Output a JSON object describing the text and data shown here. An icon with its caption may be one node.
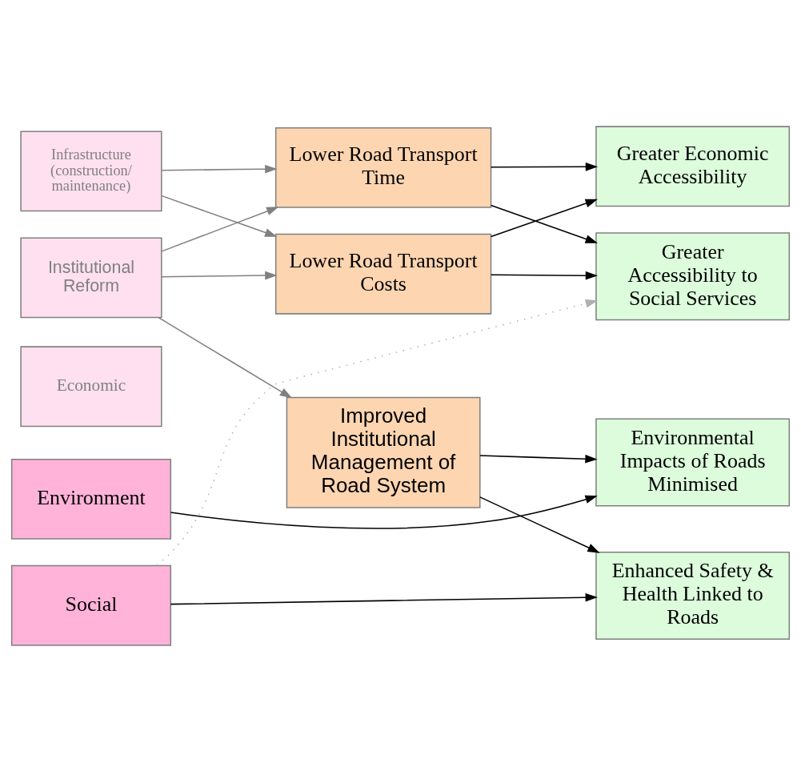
{
  "diagram": {
    "nodes": [
      {
        "text": [
          "Infrastructure (construction/ maintenance)"
        ]
      },
      {
        "text": [
          "Institutional Reform"
        ]
      },
      {
        "text": [
          "Economic"
        ]
      },
      {
        "text": [
          "Environment"
        ]
      },
      {
        "text": [
          "Social"
        ]
      },
      {
        "text": [
          "Lower Road Transport Time"
        ]
      },
      {
        "text": [
          "Lower Road Transport Costs"
        ]
      },
      {
        "text": [
          "Improved Institutional Management of Road System"
        ]
      },
      {
        "text": [
          "Greater Economic Accessibility"
        ]
      },
      {
        "text": [
          "Greater Accessibility to Social Services"
        ]
      },
      {
        "text": [
          "Environmental Impacts of Roads Minimised"
        ]
      },
      {
        "text": [
          "Enhanced Safety & Health Linked to Roads"
        ]
      }
    ],
    "edges": [
      {
        "from": 0,
        "to": 5,
        "arrow": "to",
        "color": "#808080"
      },
      {
        "from": 0,
        "to": 6,
        "arrow": "to",
        "color": "#808080"
      },
      {
        "from": 1,
        "to": 5,
        "arrow": "to",
        "color": "#808080"
      },
      {
        "from": 1,
        "to": 6,
        "arrow": "to",
        "color": "#808080"
      },
      {
        "from": 1,
        "to": 7,
        "arrow": "to",
        "color": "#808080"
      },
      {
        "from": 5,
        "to": 8,
        "arrow": "to"
      },
      {
        "from": 5,
        "to": 9,
        "arrow": "to"
      },
      {
        "from": 6,
        "to": 8,
        "arrow": "to"
      },
      {
        "from": 6,
        "to": 9,
        "arrow": "to"
      },
      {
        "from": 7,
        "to": 10,
        "arrow": "to"
      },
      {
        "from": 7,
        "to": 11,
        "arrow": "to"
      },
      {
        "from": 3,
        "to": 10,
        "arrow": "to"
      },
      {
        "from": 4,
        "to": 11,
        "arrow": "to"
      },
      {
        "from": 4,
        "to": 9,
        "arrow": "to",
        "style": "dashed",
        "color": "#b0b0b0"
      }
    ]
  }
}
